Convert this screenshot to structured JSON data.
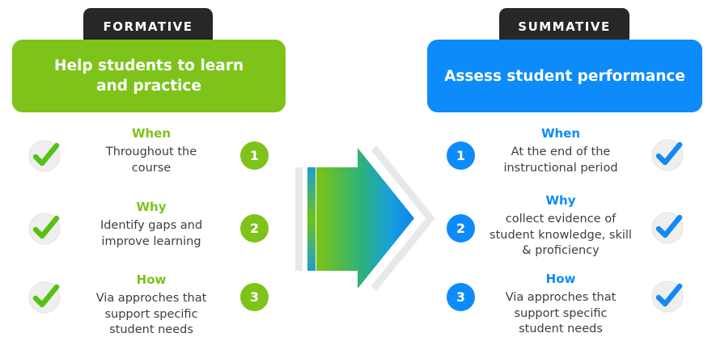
{
  "palette": {
    "green": "#7dc31a",
    "green_check": "#55c212",
    "blue": "#0e8bfa",
    "blue_check": "#1389f6",
    "tab_bg": "#272727",
    "body_text": "#3e3e3e",
    "gray": "#e8e8e8"
  },
  "left": {
    "tab_label": "FORMATIVE",
    "box_title": "Help students to learn\nand practice",
    "rows": [
      {
        "number": "1",
        "heading": "When",
        "body": "Throughout the\ncourse"
      },
      {
        "number": "2",
        "heading": "Why",
        "body": "Identify gaps and\nimprove learning"
      },
      {
        "number": "3",
        "heading": "How",
        "body": "Via approches that\nsupport specific\nstudent needs"
      }
    ]
  },
  "right": {
    "tab_label": "SUMMATIVE",
    "box_title": "Assess student performance",
    "rows": [
      {
        "number": "1",
        "heading": "When",
        "body": "At the end of the\ninstructional period"
      },
      {
        "number": "2",
        "heading": "Why",
        "body": "collect evidence of\nstudent knowledge, skill\n& proficiency"
      },
      {
        "number": "3",
        "heading": "How",
        "body": "Via approches that\nsupport specific\nstudent needs"
      }
    ]
  }
}
